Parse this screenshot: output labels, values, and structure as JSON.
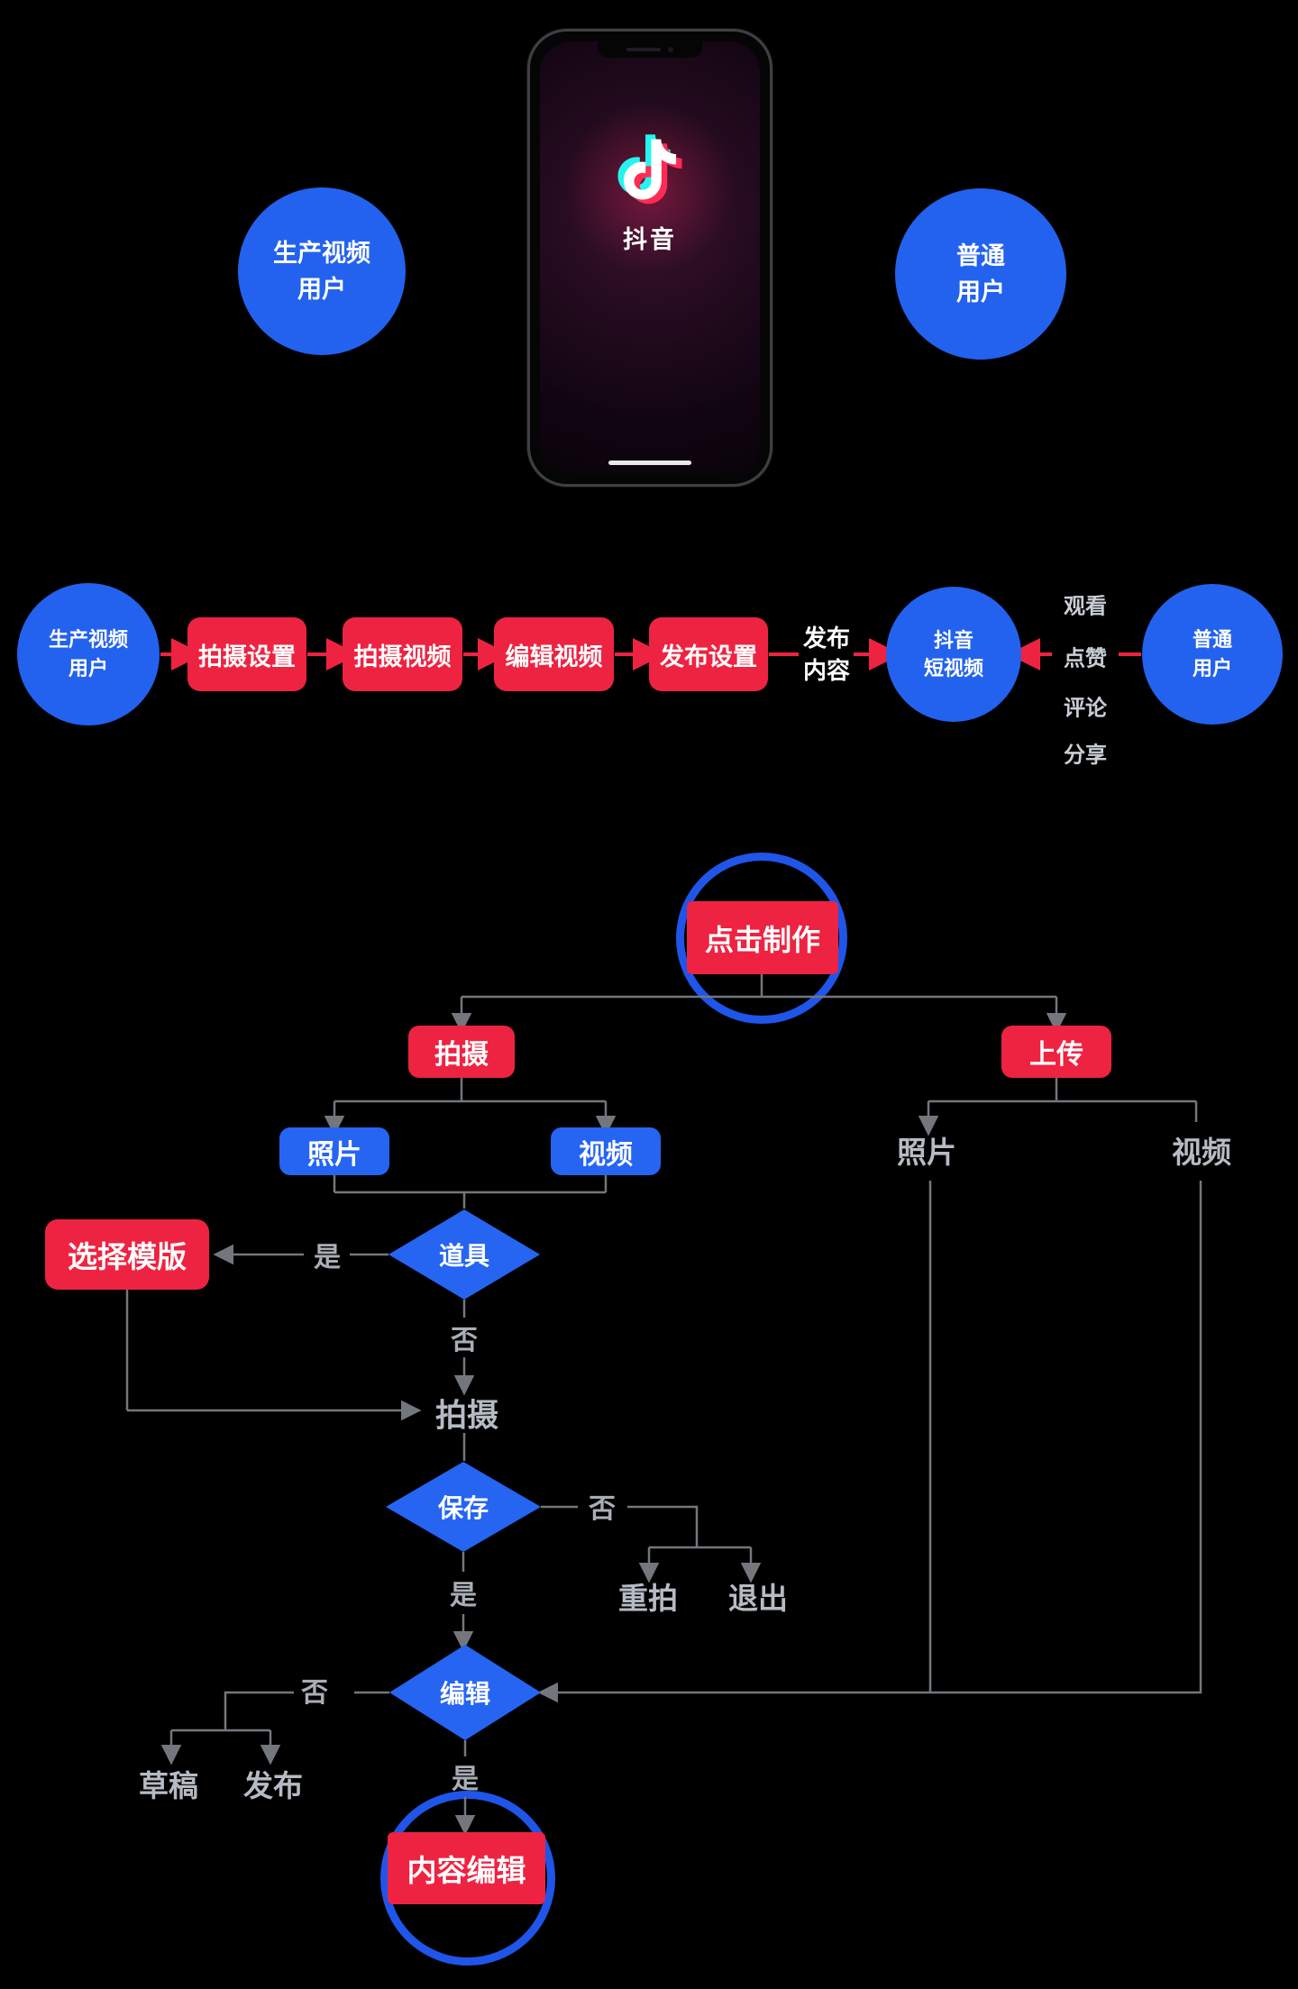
{
  "colors": {
    "blue": "#2262ee",
    "box_blue": "#2565f2",
    "red": "#ee2341",
    "ring_blue": "#1f55e8",
    "line_gray": "#73777d",
    "label_gray": "#b6bbc3"
  },
  "top": {
    "producer_circle": {
      "line1": "生产视频",
      "line2": "用户"
    },
    "viewer_circle": {
      "line1": "普通",
      "line2": "用户"
    },
    "phone": {
      "app_name": "抖音"
    }
  },
  "pipeline": {
    "producer_circle": {
      "line1": "生产视频",
      "line2": "用户"
    },
    "steps": [
      {
        "label": "拍摄设置"
      },
      {
        "label": "拍摄视频"
      },
      {
        "label": "编辑视频"
      },
      {
        "label": "发布设置"
      }
    ],
    "publish": {
      "line1": "发布",
      "line2": "内容"
    },
    "douyin_circle": {
      "line1": "抖音",
      "line2": "短视频"
    },
    "interactions": [
      {
        "label": "观看"
      },
      {
        "label": "点赞"
      },
      {
        "label": "评论"
      },
      {
        "label": "分享"
      }
    ],
    "viewer_circle": {
      "line1": "普通",
      "line2": "用户"
    }
  },
  "flow": {
    "start": "点击制作",
    "shoot": "拍摄",
    "upload": "上传",
    "photo_box": "照片",
    "video_box": "视频",
    "props": "道具",
    "yes_props": "是",
    "no_props": "否",
    "choose_template": "选择模版",
    "shoot_label": "拍摄",
    "save": "保存",
    "no_save": "否",
    "retake": "重拍",
    "exit": "退出",
    "yes_save": "是",
    "upload_photo": "照片",
    "upload_video": "视频",
    "edit": "编辑",
    "no_edit": "否",
    "draft": "草稿",
    "publish": "发布",
    "yes_edit": "是",
    "content_edit": "内容编辑"
  }
}
